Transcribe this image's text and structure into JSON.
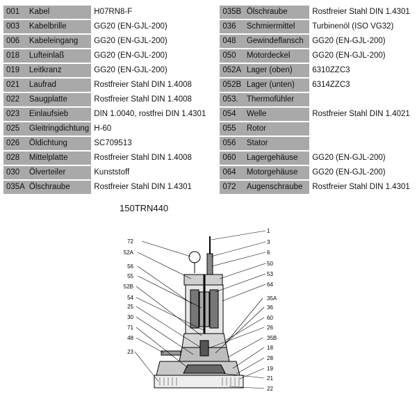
{
  "left_rows": [
    {
      "code": "001",
      "name": "Kabel",
      "material": "H07RN8-F"
    },
    {
      "code": "003",
      "name": "Kabelbrille",
      "material": "GG20 (EN-GJL-200)"
    },
    {
      "code": "006",
      "name": "Kabeleingang",
      "material": "GG20 (EN-GJL-200)"
    },
    {
      "code": "018",
      "name": "Lufteinlaß",
      "material": "GG20 (EN-GJL-200)"
    },
    {
      "code": "019",
      "name": "Leitkranz",
      "material": "GG20 (EN-GJL-200)"
    },
    {
      "code": "021",
      "name": "Laufrad",
      "material": "Rostfreier Stahl DIN 1.4008"
    },
    {
      "code": "022",
      "name": "Saugplatte",
      "material": "Rostfreier Stahl DIN 1.4008"
    },
    {
      "code": "023",
      "name": "Einlaufsieb",
      "material": "DIN 1.0040, rostfrei DIN 1.4301"
    },
    {
      "code": "025",
      "name": "Gleitringdichtung",
      "material": "H-60"
    },
    {
      "code": "026",
      "name": "Öldichtung",
      "material": "SC709513"
    },
    {
      "code": "028",
      "name": "Mittelplatte",
      "material": "Rostfreier Stahl DIN 1.4008"
    },
    {
      "code": "030",
      "name": "Ölverteiler",
      "material": "Kunststoff"
    },
    {
      "code": "035A",
      "name": "Ölschraube",
      "material": "Rostfreier Stahl DIN 1.4301"
    }
  ],
  "right_rows": [
    {
      "code": "035B",
      "name": "Ölschraube",
      "material": "Rostfreier Stahl DIN 1.4301"
    },
    {
      "code": "036",
      "name": "Schmiermittel",
      "material": "Turbinenöl (ISO VG32)"
    },
    {
      "code": "048",
      "name": "Gewindeflansch",
      "material": "GG20 (EN-GJL-200)"
    },
    {
      "code": "050",
      "name": "Motordeckel",
      "material": "GG20 (EN-GJL-200)"
    },
    {
      "code": "052A",
      "name": "Lager (oben)",
      "material": "6310ZZC3"
    },
    {
      "code": "052B",
      "name": "Lager (unten)",
      "material": "6314ZZC3"
    },
    {
      "code": "053.",
      "name": "Thermofühler",
      "material": ""
    },
    {
      "code": "054",
      "name": "Welle",
      "material": "Rostfreier Stahl DIN 1.4021"
    },
    {
      "code": "055",
      "name": "Rotor",
      "material": ""
    },
    {
      "code": "056",
      "name": "Stator",
      "material": ""
    },
    {
      "code": "060",
      "name": "Lagergehäuse",
      "material": "GG20 (EN-GJL-200)"
    },
    {
      "code": "064",
      "name": "Motorgehäuse",
      "material": "GG20 (EN-GJL-200)"
    },
    {
      "code": "072",
      "name": "Augenschraube",
      "material": "Rostfreier Stahl DIN 1.4301"
    }
  ],
  "model": "150TRN440",
  "diagram_callouts_left": [
    "72",
    "52A",
    "56",
    "55",
    "52B",
    "54",
    "25",
    "30",
    "71",
    "48",
    "23"
  ],
  "diagram_callouts_right": [
    "1",
    "3",
    "6",
    "50",
    "53",
    "64",
    "35A",
    "36",
    "60",
    "26",
    "35B",
    "18",
    "28",
    "19",
    "21",
    "22"
  ]
}
